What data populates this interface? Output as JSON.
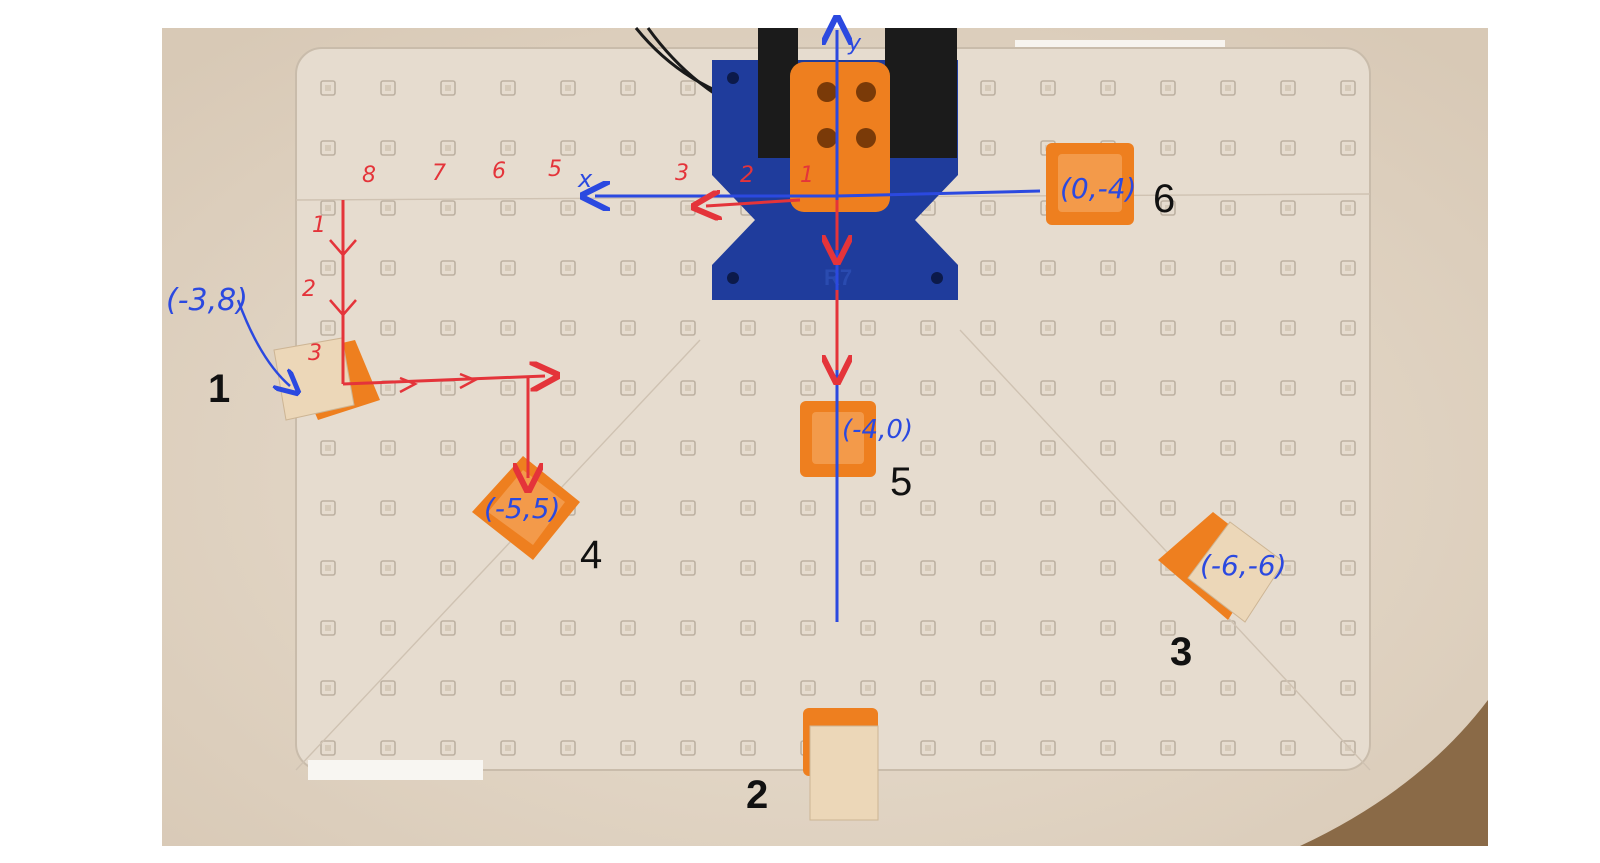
{
  "colors": {
    "table": "#e3d6c6",
    "board": "#e9dfd2",
    "orange_holder": "#ee7f1f",
    "wood_cube": "#ecd7b8",
    "robot_base": "#1f3c9c",
    "blue_ink": "#2b49e0",
    "red_ink": "#e4343a",
    "label_black": "#111111"
  },
  "blocks": [
    {
      "number": "1",
      "coordinate": "(-3,8)",
      "type": "wood-cube-in-orange-holder"
    },
    {
      "number": "2",
      "coordinate": "",
      "type": "wood-cube-in-orange-holder"
    },
    {
      "number": "3",
      "coordinate": "(-6,-6)",
      "type": "wood-cube-in-orange-holder"
    },
    {
      "number": "4",
      "coordinate": "(-5,5)",
      "type": "orange-holder"
    },
    {
      "number": "5",
      "coordinate": "(-4,0)",
      "type": "orange-holder"
    },
    {
      "number": "6",
      "coordinate": "(0,-4)",
      "type": "orange-holder"
    }
  ],
  "axis": {
    "y_arrow_label": "y",
    "x_arrow_label": "x"
  },
  "x_axis_ticks": [
    "8",
    "7",
    "6",
    "5",
    "3",
    "2",
    "1"
  ],
  "y_path_ticks": [
    "1",
    "2",
    "3"
  ],
  "robot_base_text": "R7"
}
